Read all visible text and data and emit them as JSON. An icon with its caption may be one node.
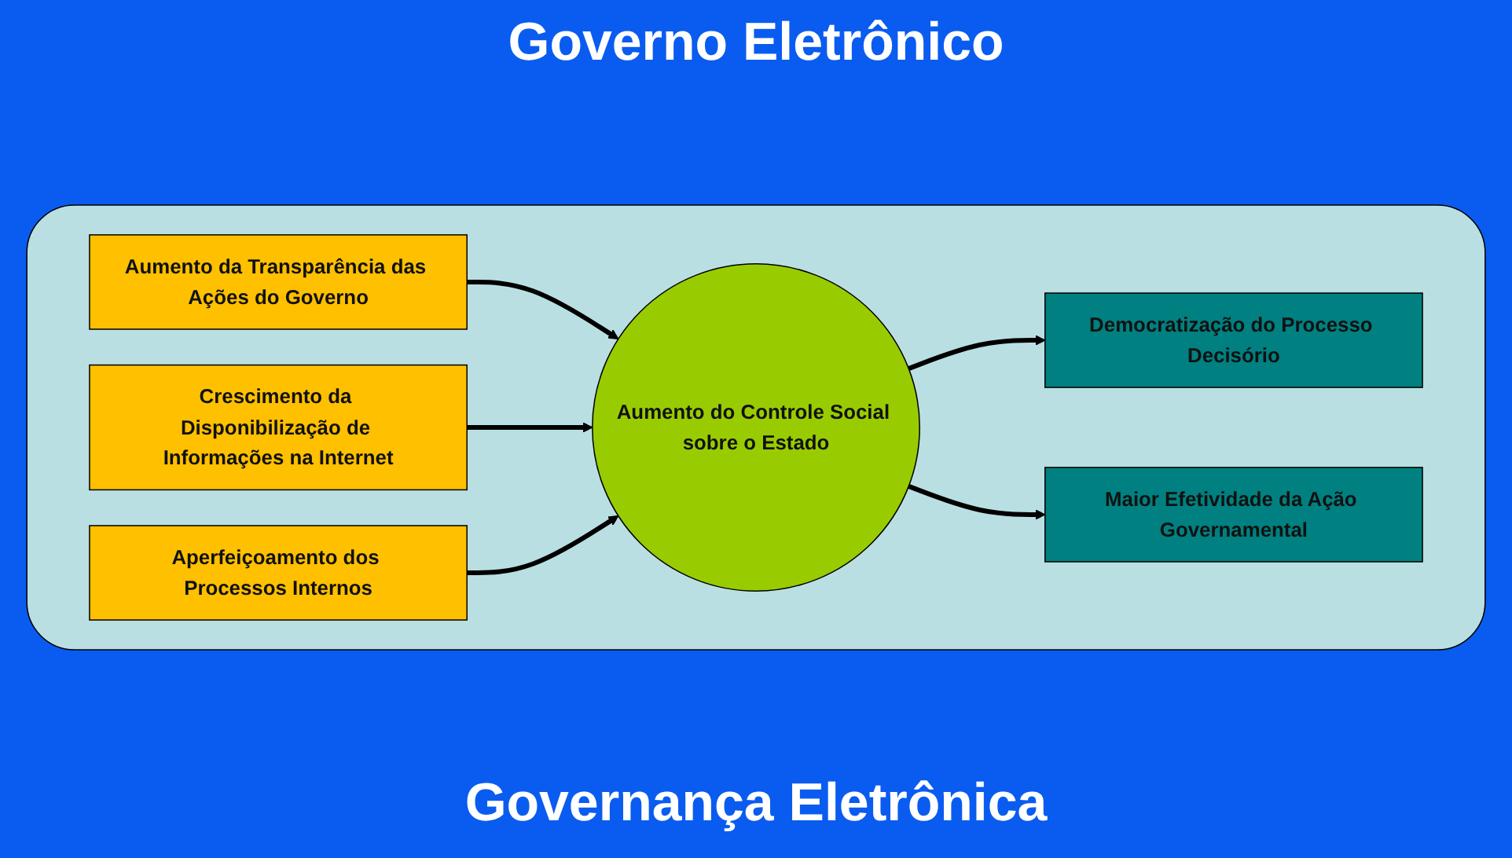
{
  "diagram": {
    "title": "Governo Eletrônico",
    "caption": "Governança Eletrônica",
    "nodes": [
      {
        "text": [],
        "shape": "box"
      },
      {
        "text": [
          "Aumento da Transparência das Ações do Governo"
        ],
        "in": 0
      },
      {
        "text": [
          "Crescimento da Disponibilização de Informações na Internet"
        ],
        "in": 0
      },
      {
        "text": [
          "Aperfeiçoamento dos Processos Internos"
        ],
        "in": 0
      },
      {
        "text": [
          "Aumento do Controle Social sobre o Estado"
        ],
        "in": 0
      },
      {
        "text": [
          "Democratização do Processo Decisório"
        ],
        "in": 0
      },
      {
        "text": [
          "Maior Efetividade da Ação Governamental"
        ],
        "in": 0
      }
    ],
    "edges": [
      {
        "from": 1,
        "to": 4,
        "arrow": "to"
      },
      {
        "from": 2,
        "to": 4,
        "arrow": "to"
      },
      {
        "from": 3,
        "to": 4,
        "arrow": "to"
      },
      {
        "from": 4,
        "to": 5,
        "arrow": "to"
      },
      {
        "from": 4,
        "to": 6,
        "arrow": "to"
      }
    ]
  }
}
